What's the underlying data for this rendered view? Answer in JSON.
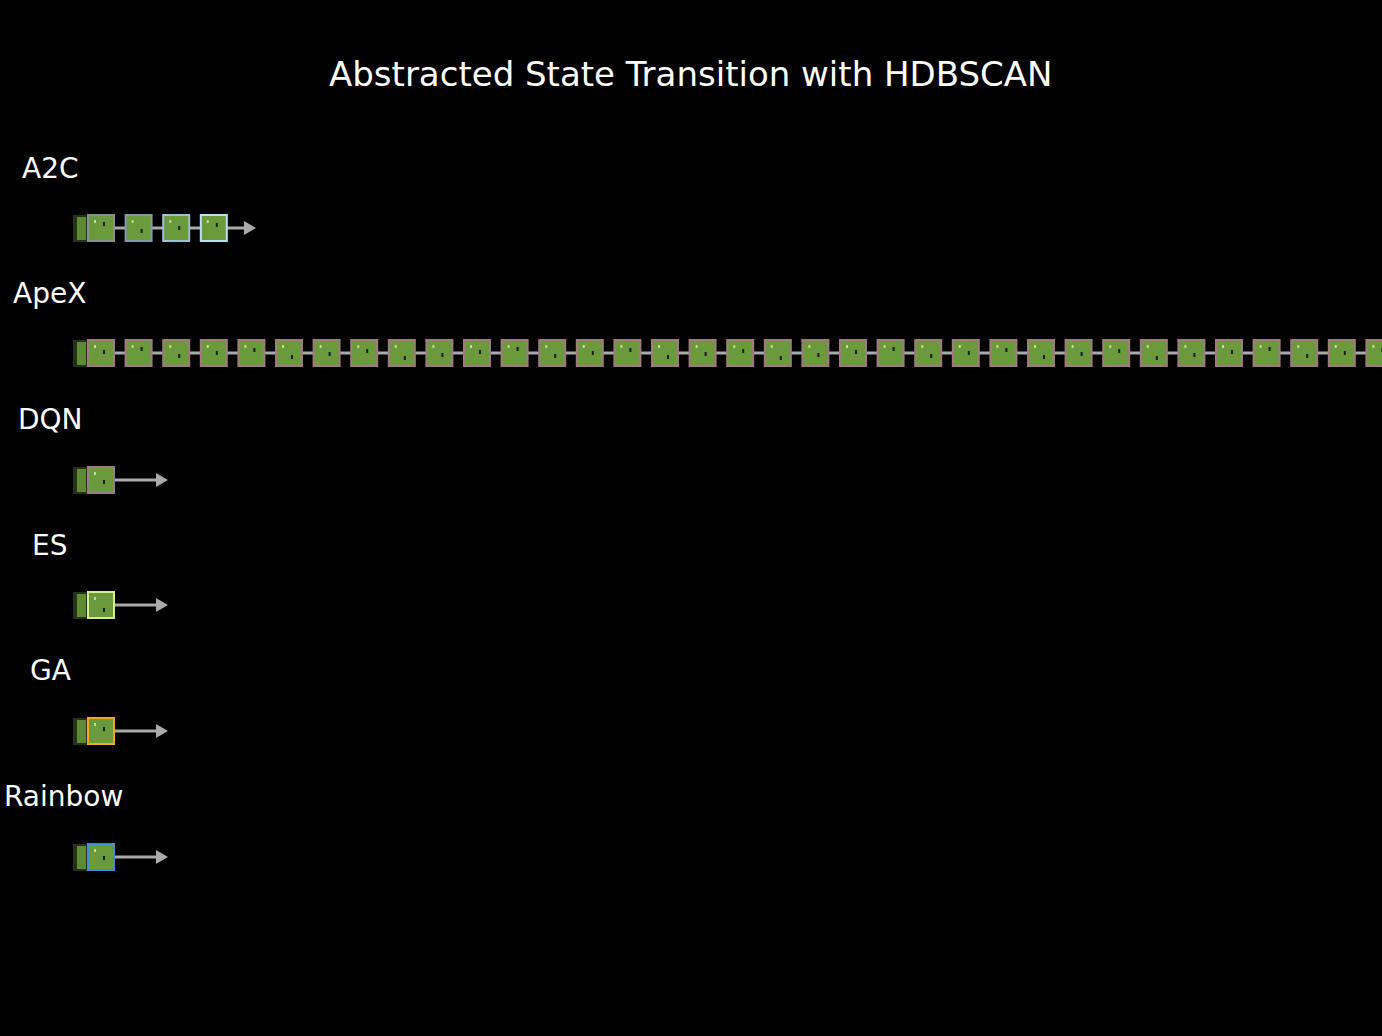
{
  "diagram": {
    "title": "Abstracted State Transition with HDBSCAN",
    "labels": [
      "A2C",
      "ApeX",
      "DQN",
      "ES",
      "GA",
      "Rainbow"
    ]
  }
}
